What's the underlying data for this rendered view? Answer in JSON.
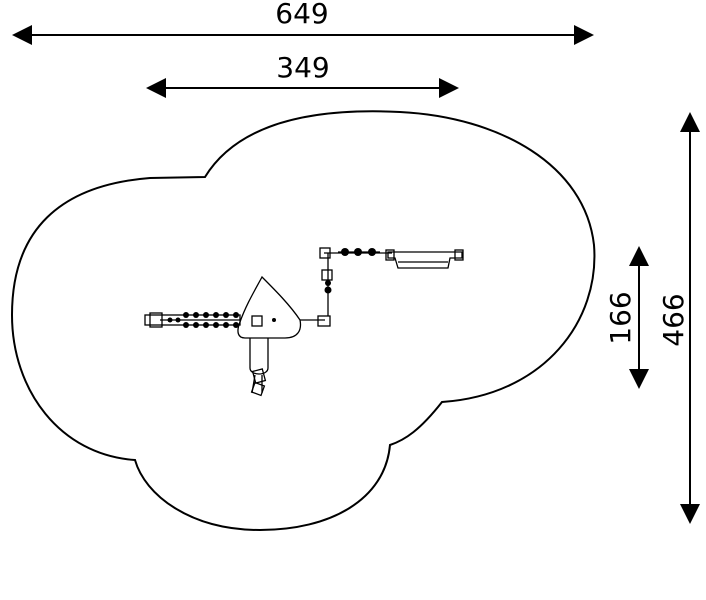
{
  "dimensions": {
    "overall_width": "649",
    "equipment_width": "349",
    "equipment_depth": "166",
    "overall_depth": "466"
  },
  "colors": {
    "stroke": "#000000",
    "background": "#ffffff"
  }
}
